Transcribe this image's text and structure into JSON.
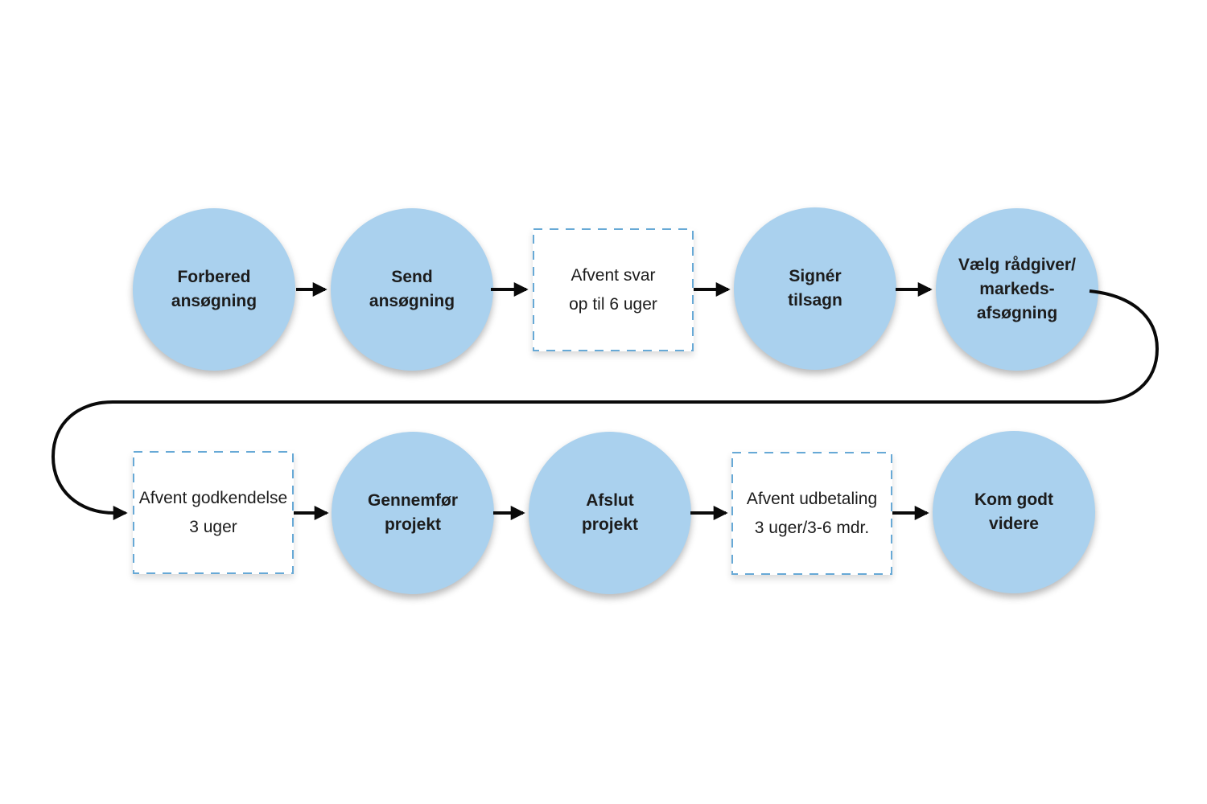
{
  "diagram": {
    "description": "Process flow with application steps (circles) and waiting periods (dashed boxes)",
    "background_color": "#ffffff",
    "colors": {
      "circle_fill": "#AAD1EE",
      "dashed_border": "#67A9D6",
      "arrow": "#0a0a0a",
      "text": "#1c1c1c"
    },
    "nodes": [
      {
        "id": "step-1",
        "type": "circle",
        "label": "Forbered\nansøgning"
      },
      {
        "id": "step-2",
        "type": "circle",
        "label": "Send\nansøgning"
      },
      {
        "id": "wait-1",
        "type": "dashed-box",
        "label": "Afvent svar\nop til 6 uger"
      },
      {
        "id": "step-3",
        "type": "circle",
        "label": "Signér\ntilsagn"
      },
      {
        "id": "step-4",
        "type": "circle",
        "label": "Vælg rådgiver/\nmarkeds-\nafsøgning"
      },
      {
        "id": "wait-2",
        "type": "dashed-box",
        "label": "Afvent godkendelse\n3 uger"
      },
      {
        "id": "step-5",
        "type": "circle",
        "label": "Gennemfør\nprojekt"
      },
      {
        "id": "step-6",
        "type": "circle",
        "label": "Afslut\nprojekt"
      },
      {
        "id": "wait-3",
        "type": "dashed-box",
        "label": "Afvent udbetaling\n3 uger/3-6 mdr."
      },
      {
        "id": "step-7",
        "type": "circle",
        "label": "Kom godt\nvidere"
      }
    ],
    "connections": [
      {
        "from": "step-1",
        "to": "step-2"
      },
      {
        "from": "step-2",
        "to": "wait-1"
      },
      {
        "from": "wait-1",
        "to": "step-3"
      },
      {
        "from": "step-3",
        "to": "step-4"
      },
      {
        "from": "step-4",
        "to": "wait-2",
        "style": "loop-down-to-second-row"
      },
      {
        "from": "wait-2",
        "to": "step-5"
      },
      {
        "from": "step-5",
        "to": "step-6"
      },
      {
        "from": "step-6",
        "to": "wait-3"
      },
      {
        "from": "wait-3",
        "to": "step-7"
      }
    ]
  }
}
